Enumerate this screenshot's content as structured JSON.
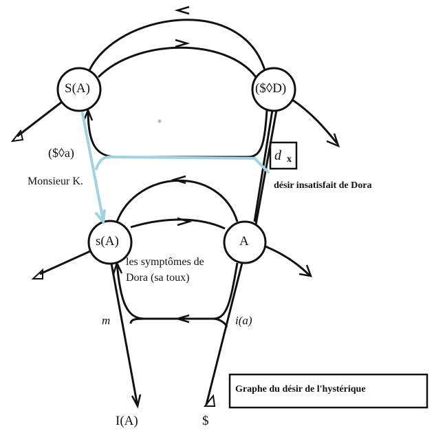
{
  "title": "Graphe du désir de l'hystérique",
  "nodes": {
    "s_barred_a": "S(A)",
    "barred_s_diamond_d": "($◊D)",
    "small_s_a": "s(A)",
    "big_a": "A",
    "i_big_a": "I(A)",
    "barred_s": "$"
  },
  "labels": {
    "barred_s_diamond_a": "($◊a)",
    "monsieur_k": "Monsieur K.",
    "d": "d",
    "x": "x",
    "desir": "désir insatisfait de Dora",
    "symptomes_line1": "les symptômes de",
    "symptomes_line2": "Dora (sa toux)",
    "m": "m",
    "i_a": "i(a)"
  },
  "colors": {
    "line": "#111111",
    "highlight": "#9fd3e0"
  }
}
